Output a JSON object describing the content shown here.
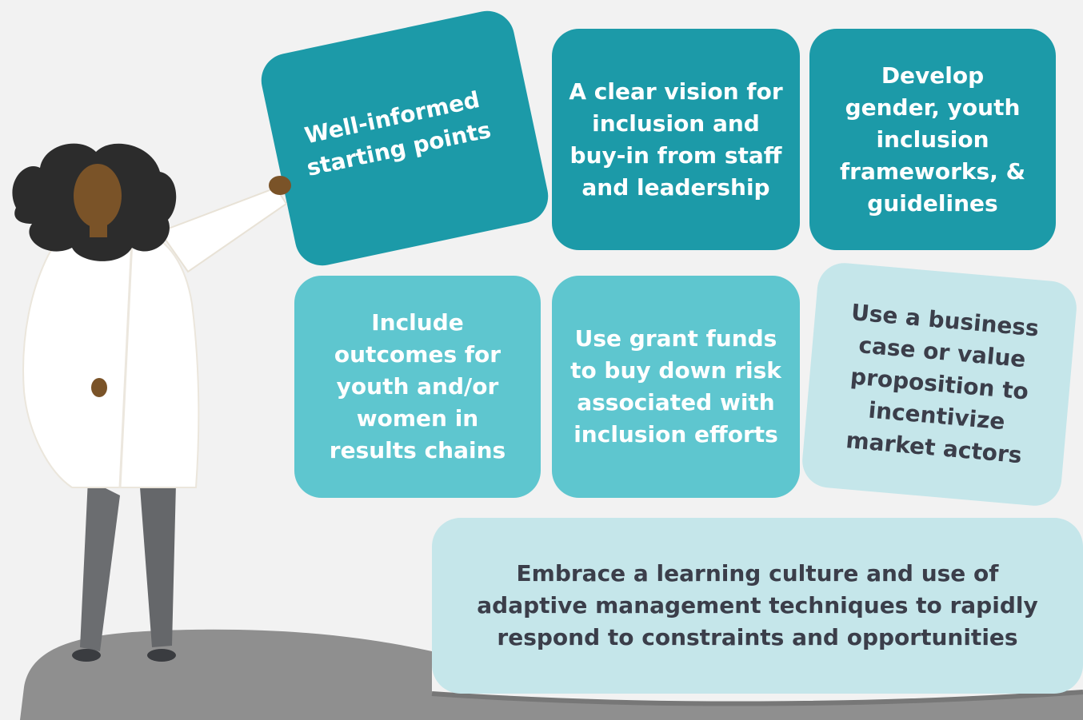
{
  "cards": [
    {
      "text": "Well-informed\nstarting points",
      "shade": "dark"
    },
    {
      "text": "A clear vision for\ninclusion and\nbuy-in from staff\nand leadership",
      "shade": "dark"
    },
    {
      "text": "Develop\ngender, youth\ninclusion\nframeworks, &\nguidelines",
      "shade": "dark"
    },
    {
      "text": "Include\noutcomes for\nyouth and/or\nwomen in\nresults chains",
      "shade": "medium"
    },
    {
      "text": "Use grant funds\nto buy down risk\nassociated with\ninclusion efforts",
      "shade": "medium"
    },
    {
      "text": "Use a business\ncase or value\nproposition to\nincentivize\nmarket actors",
      "shade": "light"
    },
    {
      "text": "Embrace a learning culture and use of\nadaptive management techniques to rapidly\nrespond to constraints and opportunities",
      "shade": "light"
    }
  ],
  "colors": {
    "background": "#f2f2f2",
    "dark_teal": "#1c9aa8",
    "medium_teal": "#5ec6cf",
    "light_teal": "#c5e6ea",
    "dark_text": "#3b3e4a",
    "ground": "#8f8f8f"
  },
  "illustration": {
    "figure": "woman-in-white-coat-pointing-icon",
    "ground": "ground-shadow"
  }
}
